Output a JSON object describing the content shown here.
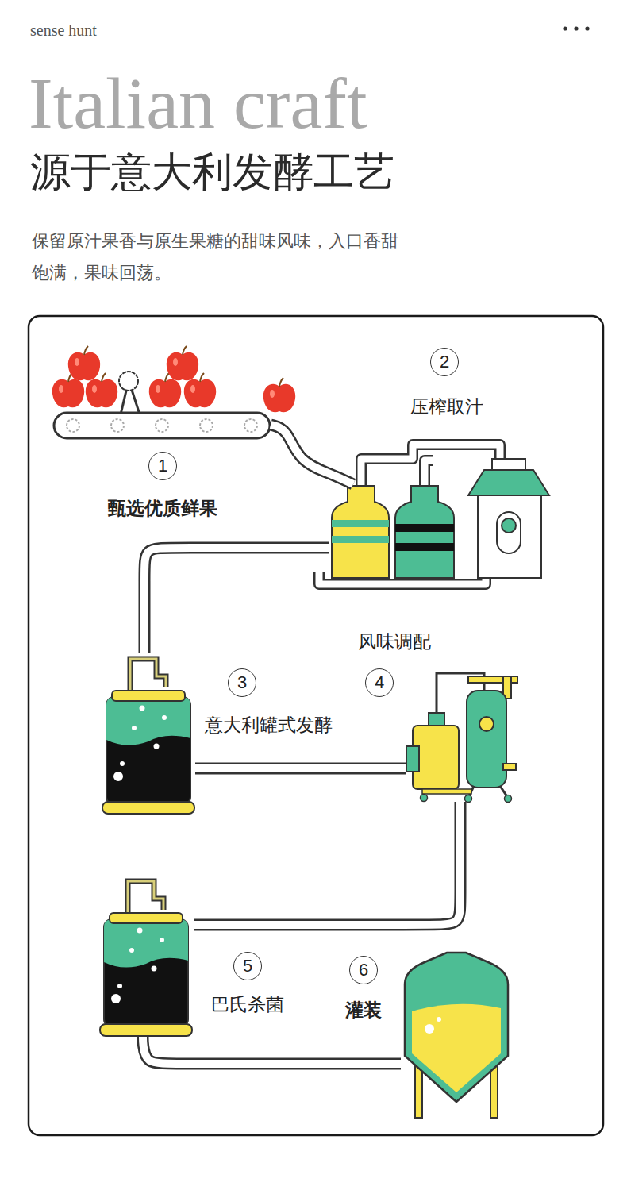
{
  "diagram": {
    "title": "Italian craft",
    "nodes": [
      {
        "text": [
          "1",
          "甄选优质鲜果"
        ]
      },
      {
        "text": [
          "2",
          "压榨取汁"
        ]
      },
      {
        "text": [
          "3",
          "意大利罐式发酵"
        ]
      },
      {
        "text": [
          "4",
          "风味调配"
        ]
      },
      {
        "text": [
          "5",
          "巴氏杀菌"
        ]
      },
      {
        "text": [
          "6",
          "灌装"
        ]
      }
    ],
    "edges": [
      {
        "from": 0,
        "to": 1,
        "arrow": "none"
      },
      {
        "from": 1,
        "to": 2,
        "arrow": "none"
      },
      {
        "from": 2,
        "to": 3,
        "arrow": "none"
      },
      {
        "from": 3,
        "to": 4,
        "arrow": "none"
      },
      {
        "from": 4,
        "to": 5,
        "arrow": "none"
      }
    ],
    "labels": [
      "sense hunt",
      "源于意大利发酵工艺",
      "保留原汁果香与原生果糖的甜味风味，入口香甜饱满，果味回荡。"
    ]
  }
}
